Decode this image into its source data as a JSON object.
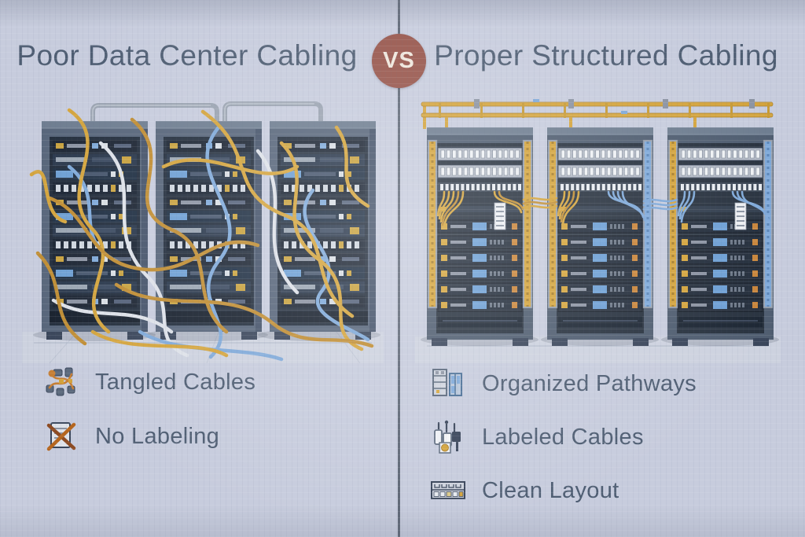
{
  "header": {
    "left_title": "Poor Data Center Cabling",
    "vs_label": "VS",
    "right_title": "Proper Structured Cabling"
  },
  "left_panel": {
    "illustration": "three tangled server racks with messy yellow, blue and white cables",
    "features": [
      {
        "icon": "tangled-cables-icon",
        "label": "Tangled Cables"
      },
      {
        "icon": "no-labeling-icon",
        "label": "No Labeling"
      }
    ]
  },
  "right_panel": {
    "illustration": "three tidy server racks with overhead yellow cable tray and bundled yellow/blue patch cables",
    "features": [
      {
        "icon": "organized-pathways-icon",
        "label": "Organized Pathways"
      },
      {
        "icon": "labeled-cables-icon",
        "label": "Labeled Cables"
      },
      {
        "icon": "clean-layout-icon",
        "label": "Clean Layout"
      }
    ]
  },
  "colors": {
    "background": "#c7ccdd",
    "divider": "#4a5463",
    "title_text": "#4e5d72",
    "vs_badge_bg": "#96544a",
    "vs_badge_text": "#efe7dd",
    "cable_yellow": "#d4a43c",
    "cable_blue": "#7fa9d9",
    "cable_white": "#dde1e8",
    "rack_dark": "#27303f",
    "rack_frame": "#5c6a7d"
  }
}
